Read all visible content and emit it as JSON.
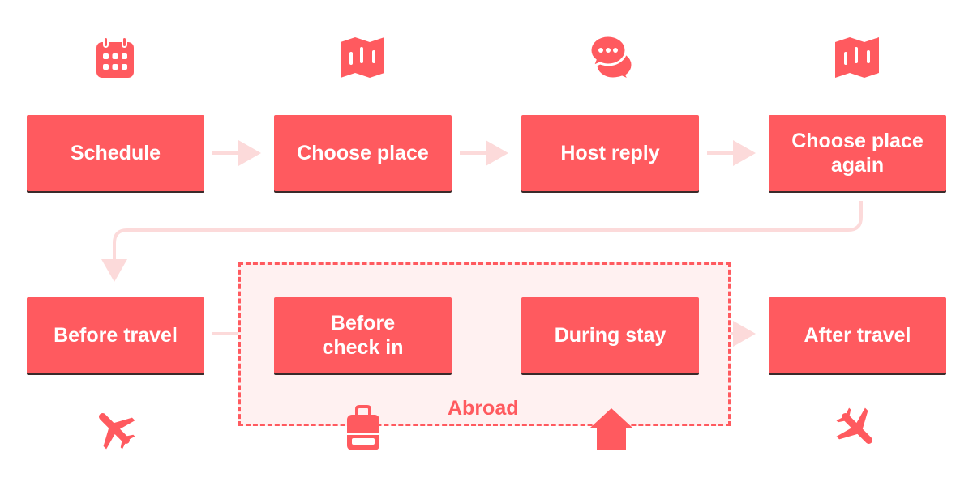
{
  "colors": {
    "accent": "#FF5A5F",
    "connector": "#FCDADA",
    "region_fill": "#FFF1F1"
  },
  "steps": {
    "schedule": "Schedule",
    "choose_place": "Choose place",
    "host_reply": "Host reply",
    "choose_place_again_l1": "Choose place",
    "choose_place_again_l2": "again",
    "before_travel": "Before travel",
    "before_check_in_l1": "Before",
    "before_check_in_l2": "check in",
    "during_stay": "During stay",
    "after_travel": "After travel"
  },
  "region": {
    "label": "Abroad"
  },
  "icons": [
    "calendar-icon",
    "map-icon",
    "chat-bubbles-icon",
    "map-icon",
    "airplane-icon",
    "luggage-icon",
    "house-icon",
    "airplane-landing-icon"
  ]
}
